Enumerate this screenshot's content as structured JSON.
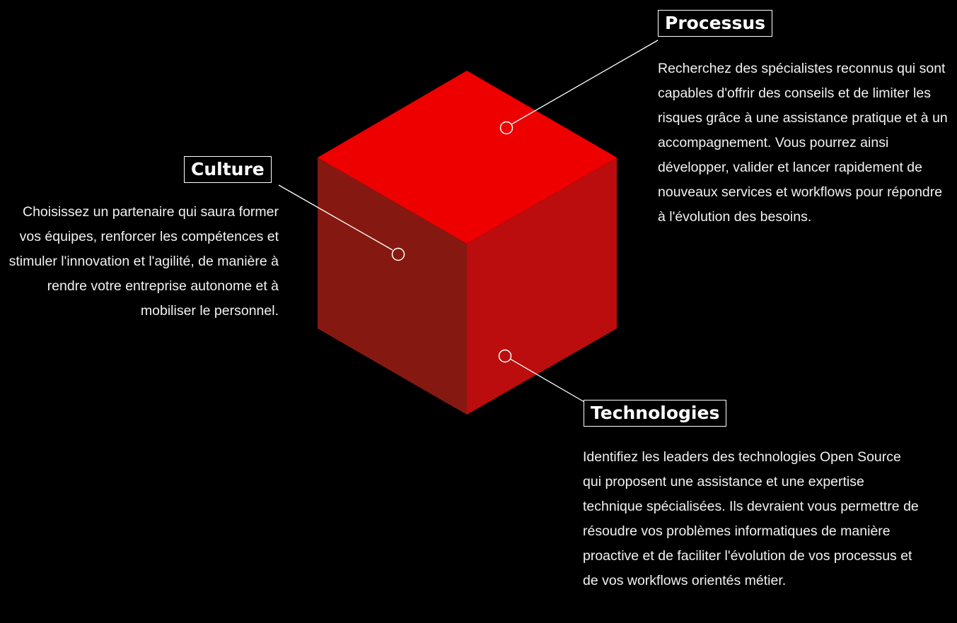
{
  "colors": {
    "background": "#000000",
    "cube_top": "#ee0000",
    "cube_left": "#851911",
    "cube_right": "#bb0d0d",
    "accent_red": "#ee0000",
    "connector": "#ffffff"
  },
  "cube": {
    "faces": [
      "top",
      "left",
      "right"
    ]
  },
  "labels": {
    "processus": {
      "title": "Processus",
      "description": "Recherchez des spécialistes reconnus qui sont capables d'offrir des conseils et de limiter les risques grâce à une assistance pratique et à un accompagnement. Vous pourrez ainsi développer, valider et lancer rapidement de nouveaux services et workflows pour répondre à l'évolution des besoins."
    },
    "culture": {
      "title": "Culture",
      "description": "Choisissez un partenaire qui saura former vos équipes, renforcer les compétences et stimuler l'innovation et l'agilité, de manière à rendre votre entreprise autonome et à mobiliser le personnel."
    },
    "technologies": {
      "title": "Technologies",
      "description": "Identifiez les leaders des technologies Open Source qui proposent une assistance et une expertise technique spécialisées. Ils devraient vous permettre de résoudre vos problèmes informatiques de manière proactive et de faciliter l'évolution de vos processus et de vos workflows orientés métier."
    }
  }
}
